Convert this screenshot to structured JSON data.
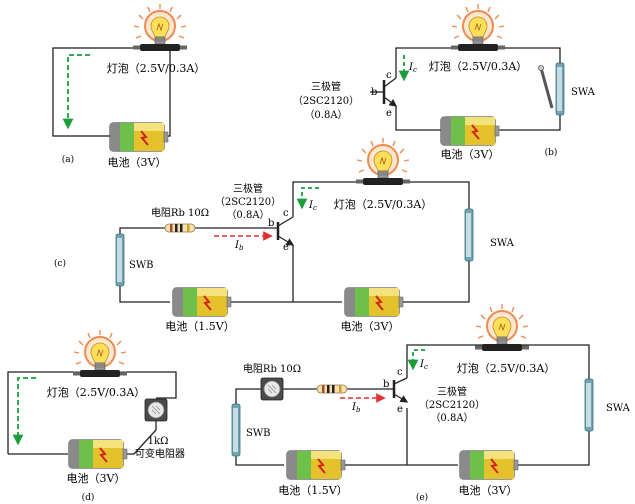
{
  "colors": {
    "wire": "#222222",
    "current_green": "#1a9e3a",
    "current_red": "#e03030",
    "bulb_glow": "#f08a50",
    "bulb_glass": "#ffdf5a",
    "battery_green": "#6fc04a",
    "battery_yellow": "#e4c22c",
    "switch_teal": "#6fa5b3"
  },
  "panels": {
    "a": {
      "tag": "(a)",
      "bulb_label": "灯泡（2.5V/0.3A）",
      "battery_label": "电池（3V）"
    },
    "b": {
      "tag": "(b)",
      "bulb_label": "灯泡（2.5V/0.3A）",
      "battery_label": "电池（3V）",
      "transistor_label": [
        "三极管",
        "（2SC2120）",
        "（0.8A）"
      ],
      "pins": {
        "b": "b",
        "c": "c",
        "e": "e"
      },
      "ic": "I",
      "ic_sub": "c",
      "switch_label": "SWA"
    },
    "c": {
      "tag": "(c)",
      "resistor_label": "电阻Rb 10Ω",
      "transistor_label": [
        "三极管",
        "（2SC2120）",
        "（0.8A）"
      ],
      "pins": {
        "b": "b",
        "c": "c",
        "e": "e"
      },
      "ic": "I",
      "ic_sub": "c",
      "ib": "I",
      "ib_sub": "b",
      "bulb_label": "灯泡（2.5V/0.3A）",
      "switch_a_label": "SWA",
      "switch_b_label": "SWB",
      "battery1_label": "电池（1.5V）",
      "battery2_label": "电池（3V）"
    },
    "d": {
      "tag": "(d)",
      "bulb_label": "灯泡（2.5V/0.3A）",
      "battery_label": "电池（3V）",
      "pot_label": [
        "1kΩ",
        "可变电阻器"
      ]
    },
    "e": {
      "tag": "(e)",
      "resistor_label": "电阻Rb 10Ω",
      "transistor_label": [
        "三极管",
        "（2SC2120）",
        "（0.8A）"
      ],
      "pins": {
        "b": "b",
        "c": "c",
        "e": "e"
      },
      "ic": "I",
      "ic_sub": "c",
      "ib": "I",
      "ib_sub": "b",
      "bulb_label": "灯泡（2.5V/0.3A）",
      "switch_a_label": "SWA",
      "switch_b_label": "SWB",
      "battery1_label": "电池（1.5V）",
      "battery2_label": "电池（3V）"
    }
  }
}
